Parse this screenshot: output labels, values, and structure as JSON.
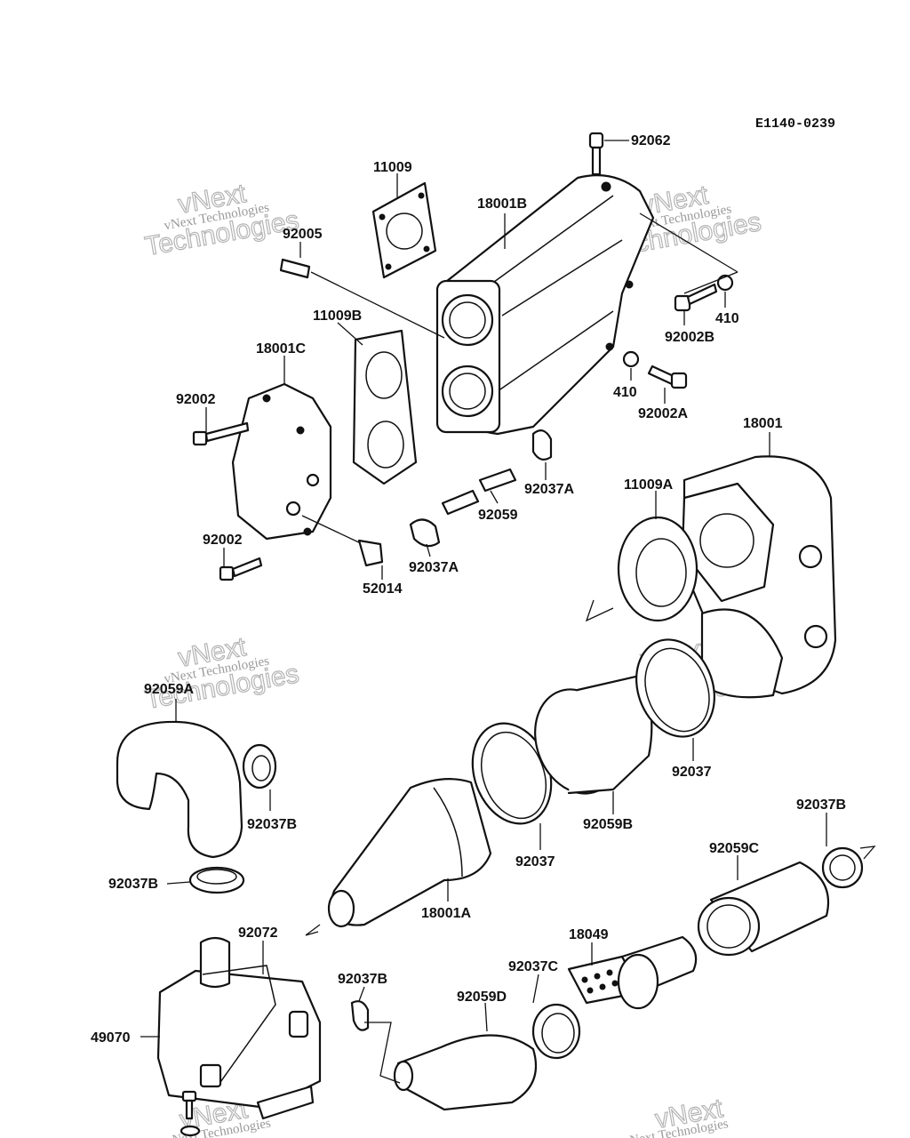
{
  "diagram_code": "E1140-0239",
  "watermark": {
    "line1": "vNext Technologies",
    "line2": "vNext",
    "line3": "Technologies"
  },
  "parts": {
    "p92062": "92062",
    "p11009": "11009",
    "p18001B": "18001B",
    "p92005": "92005",
    "p11009B": "11009B",
    "p18001C": "18001C",
    "p92002_top": "92002",
    "p410_right": "410",
    "p92002B": "92002B",
    "p410_mid": "410",
    "p92002A": "92002A",
    "p18001": "18001",
    "p92037A_top": "92037A",
    "p11009A": "11009A",
    "p92059": "92059",
    "p92002_bottom": "92002",
    "p92037A_bottom": "92037A",
    "p52014": "52014",
    "p92059A": "92059A",
    "p92037": "92037",
    "p92037B_left": "92037B",
    "p92059B": "92059B",
    "p92037B_right": "92037B",
    "p92037_mid": "92037",
    "p92059C": "92059C",
    "p92037B_small": "92037B",
    "p18001A": "18001A",
    "p92072": "92072",
    "p18049": "18049",
    "p92037C": "92037C",
    "p92037B_lower": "92037B",
    "p92059D": "92059D",
    "p49070": "49070"
  }
}
